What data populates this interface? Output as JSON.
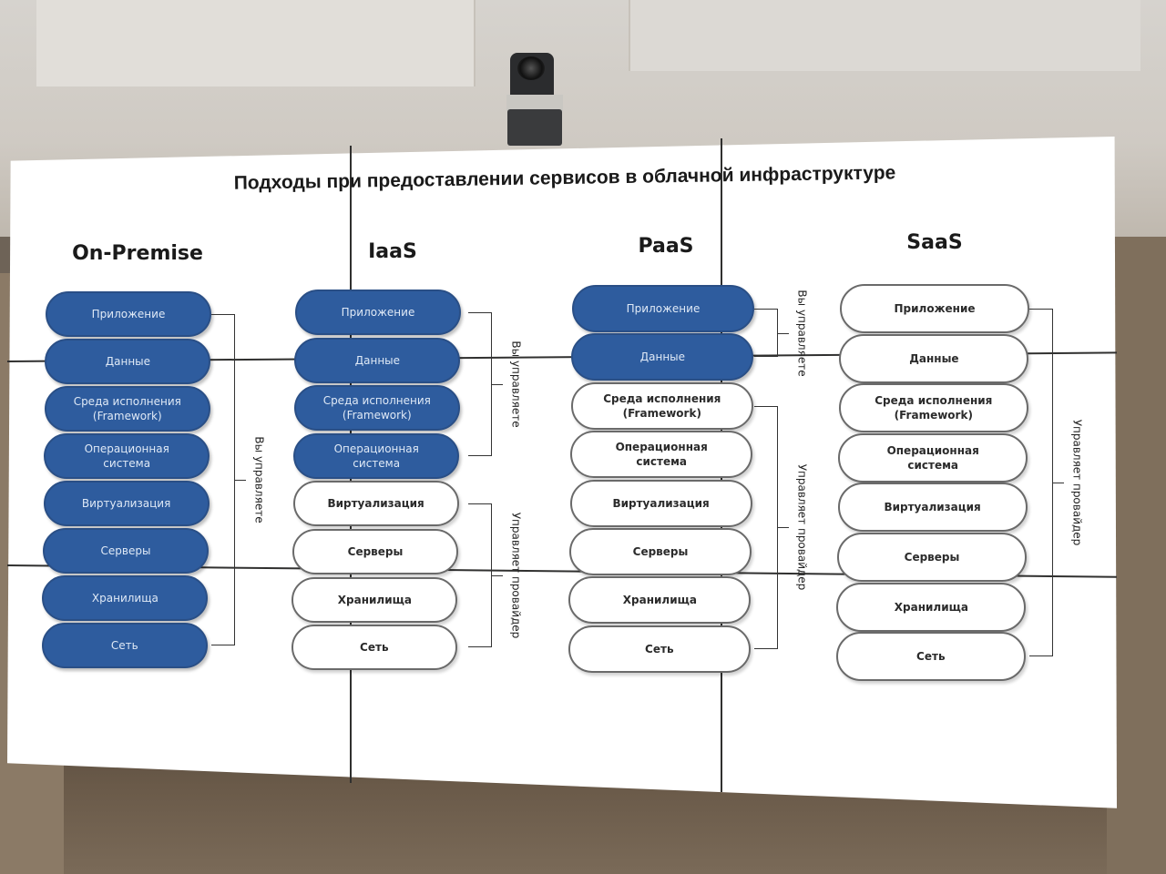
{
  "slide": {
    "title": "Подходы при предоставлении сервисов в облачной инфраструктуре"
  },
  "colors": {
    "managed_by_you": "#2e5c9e",
    "managed_by_provider": "#ffffff",
    "outline": "#6a6a6a"
  },
  "columns": [
    {
      "title": "On-Premise",
      "layers": [
        {
          "label": "Приложение",
          "managed_by": "you"
        },
        {
          "label": "Данные",
          "managed_by": "you"
        },
        {
          "label": "Среда исполнения\n(Framework)",
          "managed_by": "you"
        },
        {
          "label": "Операционная\nсистема",
          "managed_by": "you"
        },
        {
          "label": "Виртуализация",
          "managed_by": "you"
        },
        {
          "label": "Серверы",
          "managed_by": "you"
        },
        {
          "label": "Хранилища",
          "managed_by": "you"
        },
        {
          "label": "Сеть",
          "managed_by": "you"
        }
      ],
      "groups": [
        {
          "label": "Вы управляете",
          "from": 0,
          "to": 7
        }
      ]
    },
    {
      "title": "IaaS",
      "layers": [
        {
          "label": "Приложение",
          "managed_by": "you"
        },
        {
          "label": "Данные",
          "managed_by": "you"
        },
        {
          "label": "Среда исполнения\n(Framework)",
          "managed_by": "you"
        },
        {
          "label": "Операционная\nсистема",
          "managed_by": "you"
        },
        {
          "label": "Виртуализация",
          "managed_by": "provider"
        },
        {
          "label": "Серверы",
          "managed_by": "provider"
        },
        {
          "label": "Хранилища",
          "managed_by": "provider"
        },
        {
          "label": "Сеть",
          "managed_by": "provider"
        }
      ],
      "groups": [
        {
          "label": "Вы управляете",
          "from": 0,
          "to": 3
        },
        {
          "label": "Управляет провайдер",
          "from": 4,
          "to": 7
        }
      ]
    },
    {
      "title": "PaaS",
      "layers": [
        {
          "label": "Приложение",
          "managed_by": "you"
        },
        {
          "label": "Данные",
          "managed_by": "you"
        },
        {
          "label": "Среда исполнения\n(Framework)",
          "managed_by": "provider"
        },
        {
          "label": "Операционная\nсистема",
          "managed_by": "provider"
        },
        {
          "label": "Виртуализация",
          "managed_by": "provider"
        },
        {
          "label": "Серверы",
          "managed_by": "provider"
        },
        {
          "label": "Хранилища",
          "managed_by": "provider"
        },
        {
          "label": "Сеть",
          "managed_by": "provider"
        }
      ],
      "groups": [
        {
          "label": "Вы управляете",
          "from": 0,
          "to": 1
        },
        {
          "label": "Управляет провайдер",
          "from": 2,
          "to": 7
        }
      ]
    },
    {
      "title": "SaaS",
      "layers": [
        {
          "label": "Приложение",
          "managed_by": "provider"
        },
        {
          "label": "Данные",
          "managed_by": "provider"
        },
        {
          "label": "Среда исполнения\n(Framework)",
          "managed_by": "provider"
        },
        {
          "label": "Операционная\nсистема",
          "managed_by": "provider"
        },
        {
          "label": "Виртуализация",
          "managed_by": "provider"
        },
        {
          "label": "Серверы",
          "managed_by": "provider"
        },
        {
          "label": "Хранилища",
          "managed_by": "provider"
        },
        {
          "label": "Сеть",
          "managed_by": "provider"
        }
      ],
      "groups": [
        {
          "label": "Управляет провайдер",
          "from": 0,
          "to": 7
        }
      ]
    }
  ]
}
